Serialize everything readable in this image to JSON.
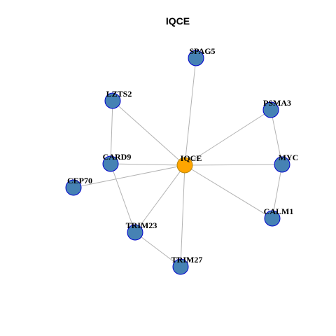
{
  "title": "IQCE",
  "colors": {
    "center_fill": "#FFA500",
    "center_stroke": "#B8860B",
    "node_fill": "#4682B4",
    "node_stroke": "#0000CD",
    "edge": "#B3B3B3"
  },
  "nodes": [
    {
      "id": "IQCE",
      "label": "IQCE",
      "center": true
    },
    {
      "id": "SPAG5",
      "label": "SPAG5"
    },
    {
      "id": "LZTS2",
      "label": "LZTS2"
    },
    {
      "id": "PSMA3",
      "label": "PSMA3"
    },
    {
      "id": "CARD9",
      "label": "CARD9"
    },
    {
      "id": "MYC",
      "label": "MYC"
    },
    {
      "id": "CEP70",
      "label": "CEP70"
    },
    {
      "id": "CALM1",
      "label": "CALM1"
    },
    {
      "id": "TRIM23",
      "label": "TRIM23"
    },
    {
      "id": "TRIM27",
      "label": "TRIM27"
    }
  ],
  "edges": [
    [
      "IQCE",
      "SPAG5"
    ],
    [
      "IQCE",
      "LZTS2"
    ],
    [
      "IQCE",
      "PSMA3"
    ],
    [
      "IQCE",
      "CARD9"
    ],
    [
      "IQCE",
      "MYC"
    ],
    [
      "IQCE",
      "CEP70"
    ],
    [
      "IQCE",
      "CALM1"
    ],
    [
      "IQCE",
      "TRIM23"
    ],
    [
      "IQCE",
      "TRIM27"
    ],
    [
      "LZTS2",
      "CARD9"
    ],
    [
      "PSMA3",
      "MYC"
    ],
    [
      "MYC",
      "CALM1"
    ],
    [
      "CARD9",
      "TRIM23"
    ],
    [
      "TRIM23",
      "TRIM27"
    ]
  ]
}
